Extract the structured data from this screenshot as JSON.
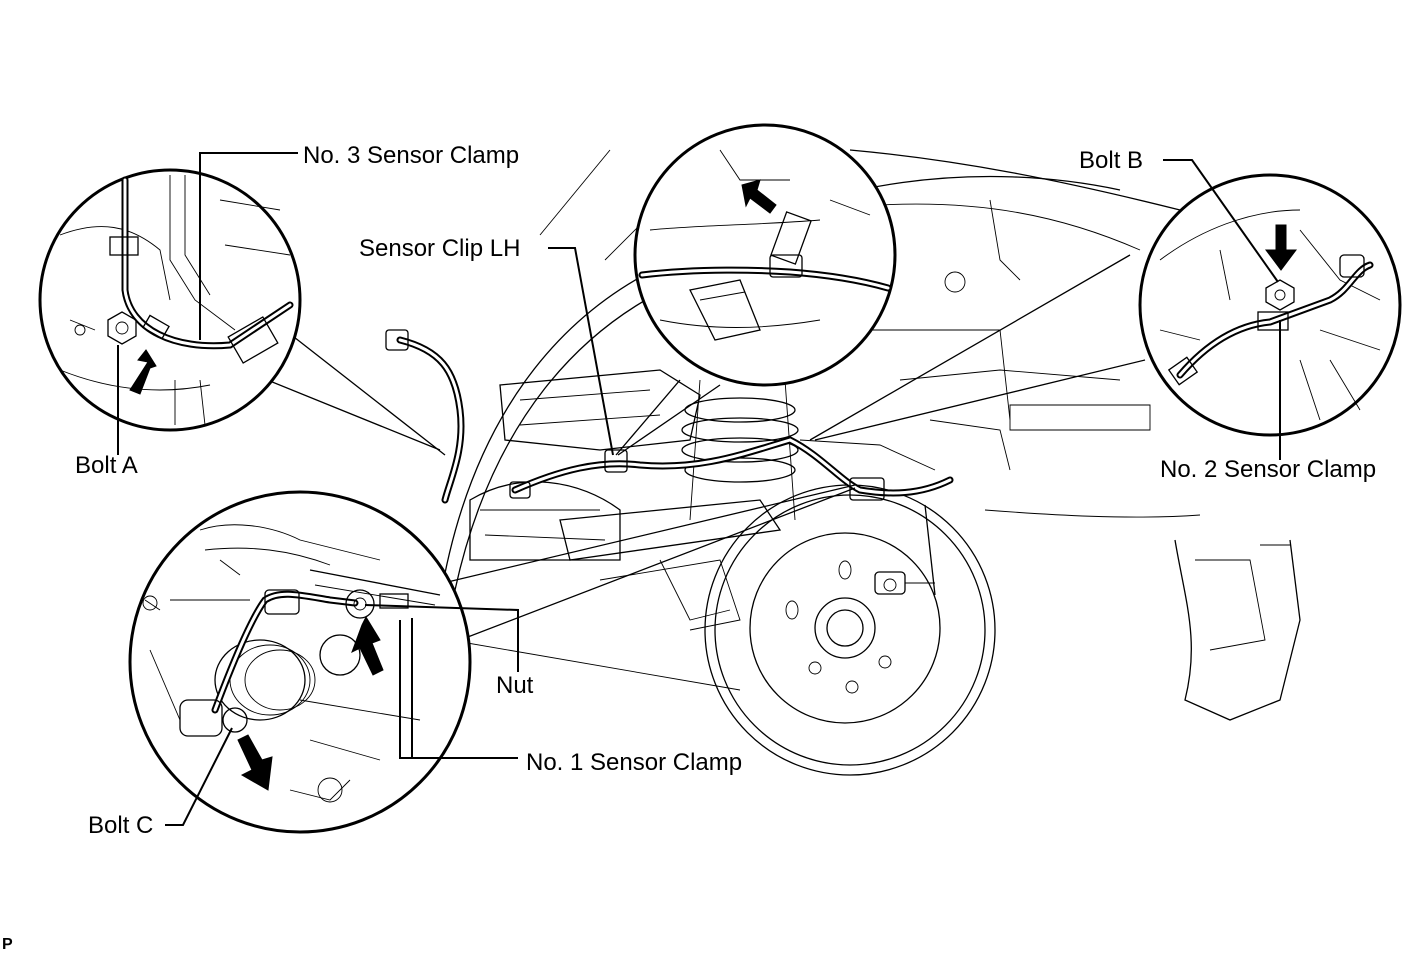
{
  "labels": {
    "no3_sensor_clamp": "No. 3 Sensor Clamp",
    "sensor_clip_lh": "Sensor Clip LH",
    "bolt_b": "Bolt B",
    "bolt_a": "Bolt A",
    "no2_sensor_clamp": "No. 2 Sensor Clamp",
    "nut": "Nut",
    "no1_sensor_clamp": "No. 1 Sensor Clamp",
    "bolt_c": "Bolt C"
  },
  "figure_code": "P",
  "colors": {
    "line": "#000000",
    "background": "#ffffff"
  }
}
